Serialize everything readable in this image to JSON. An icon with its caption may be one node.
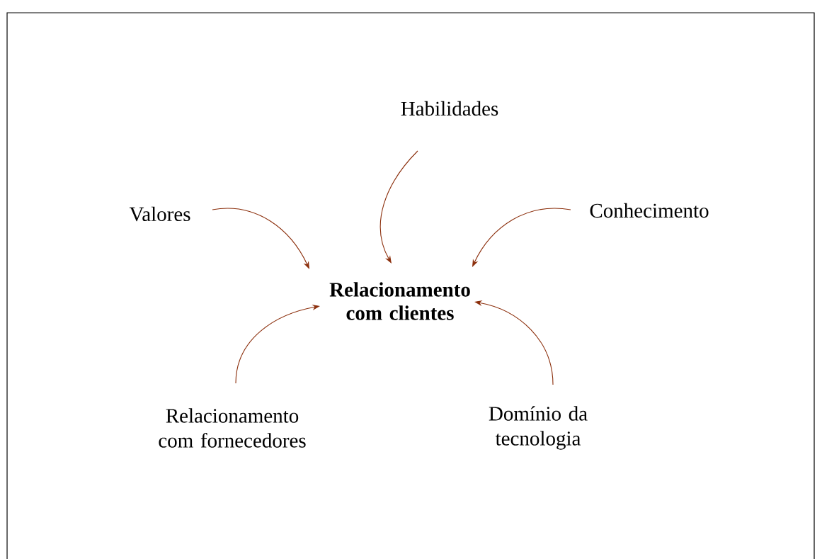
{
  "diagram": {
    "nodes": [
      {
        "text": [
          "**Relacionamento com clientes**"
        ]
      },
      {
        "text": [
          "Habilidades"
        ]
      },
      {
        "text": [
          "Valores"
        ]
      },
      {
        "text": [
          "Conhecimento"
        ]
      },
      {
        "text": [
          "Relacionamento com fornecedores"
        ]
      },
      {
        "text": [
          "Domínio da tecnologia"
        ]
      }
    ],
    "edges": [
      {
        "from": 1,
        "to": 0,
        "arrow": "to"
      },
      {
        "from": 2,
        "to": 0,
        "arrow": "to"
      },
      {
        "from": 3,
        "to": 0,
        "arrow": "to"
      },
      {
        "from": 4,
        "to": 0,
        "arrow": "to"
      },
      {
        "from": 5,
        "to": 0,
        "arrow": "to"
      }
    ]
  }
}
